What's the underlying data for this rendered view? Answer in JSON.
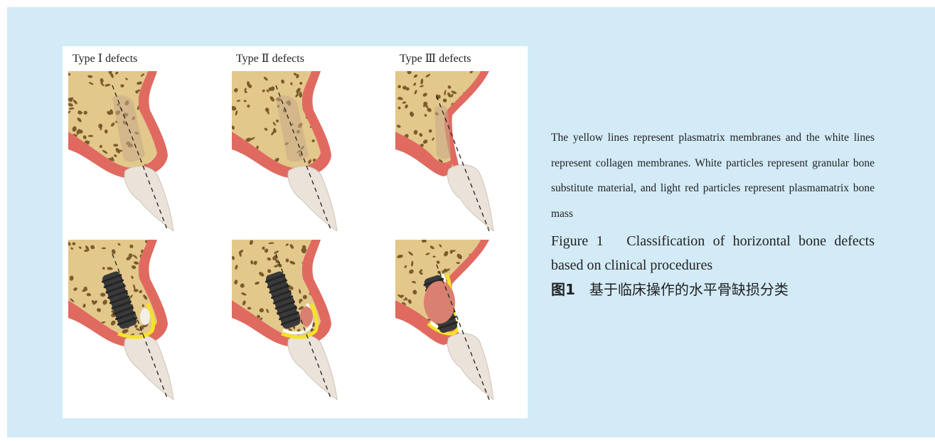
{
  "panels": {
    "type1_label": "Type Ⅰ defects",
    "type2_label": "Type Ⅱ defects",
    "type3_label": "Type Ⅲ defects"
  },
  "colors": {
    "background": "#d3ebf7",
    "bone": "#e2c88a",
    "bone_pores": "#7b5a2c",
    "soft_tissue": "#e06a60",
    "tooth": "#ebe3da",
    "implant": "#3a3a3a",
    "plasmatrix_membrane": "#f5e22a",
    "collagen_membrane": "#ffffff",
    "plasmamatrix_bone_mass": "#d98070"
  },
  "caption": {
    "note": "The yellow lines represent plasmatrix membranes and the white lines represent collagen membranes. White particles represent granular bone substitute material, and light red particles represent plasmamatrix bone mass",
    "figure_en": "Figure 1　Classification of horizontal bone defects based on clinical procedures",
    "figure_zh_label": "图1",
    "figure_zh_text": "基于临床操作的水平骨缺损分类"
  }
}
